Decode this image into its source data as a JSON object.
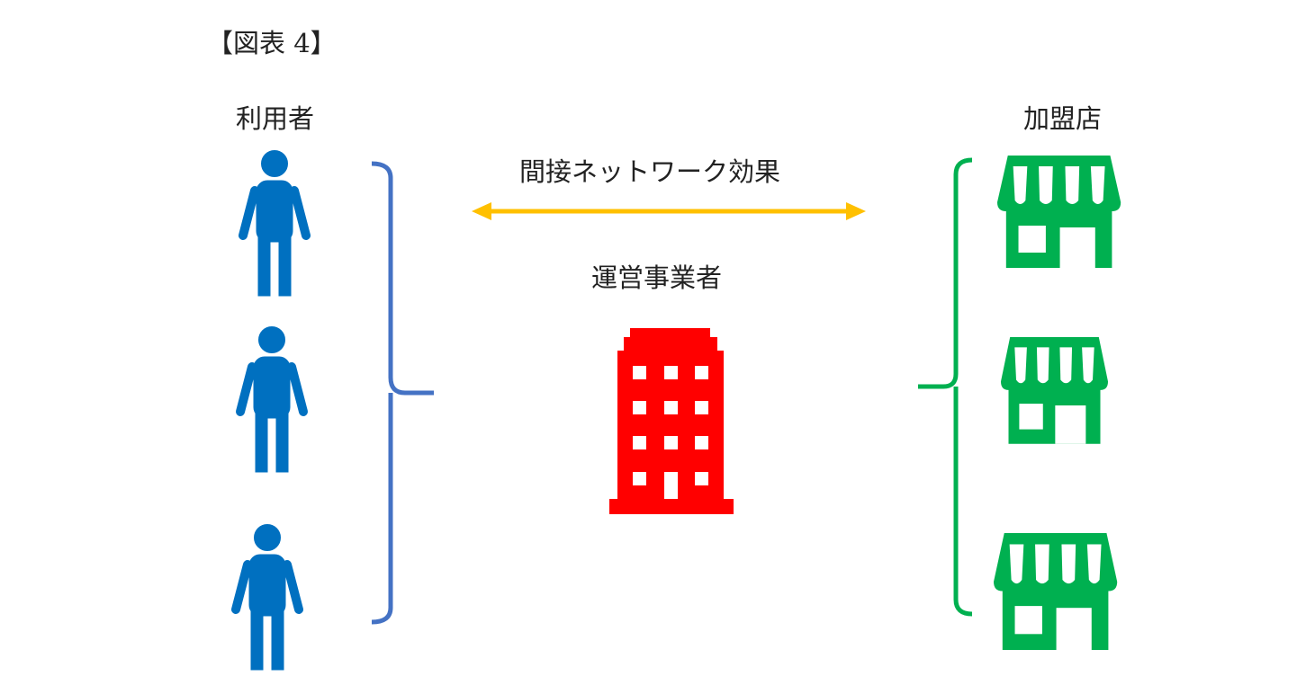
{
  "figure_label": "【図表 4】",
  "users_label": "利用者",
  "merchants_label": "加盟店",
  "effect_label": "間接ネットワーク効果",
  "operator_label": "運営事業者",
  "colors": {
    "user": "#0070c0",
    "user_bracket": "#4472c4",
    "merchant": "#00b050",
    "operator": "#ff0000",
    "arrow": "#ffc000"
  }
}
